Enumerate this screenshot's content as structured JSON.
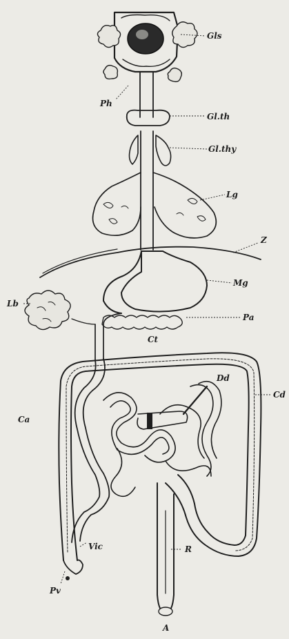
{
  "labels": {
    "gls": "Gls",
    "ph": "Ph",
    "glth": "Gl.th",
    "glthy": "Gl.thy",
    "lg": "Lg",
    "z": "Z",
    "mg": "Mg",
    "lb": "Lb",
    "pa": "Pa",
    "ct": "Ct",
    "dd": "Dd",
    "cd": "Cd",
    "ca": "Ca",
    "vic": "Vic",
    "r": "R",
    "pv": "Pv",
    "a": "A"
  }
}
